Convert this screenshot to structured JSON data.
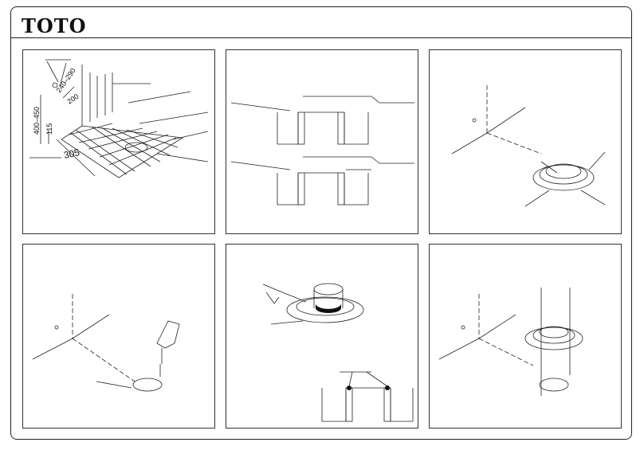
{
  "brand": {
    "logo_text": "TOTO"
  },
  "step1": {
    "dim_outlet_spacing": "240–290",
    "dim_wall_to_outlet": "200",
    "dim_height_range": "400–450",
    "dim_small_height": "115",
    "dim_floor_offset": "305"
  }
}
